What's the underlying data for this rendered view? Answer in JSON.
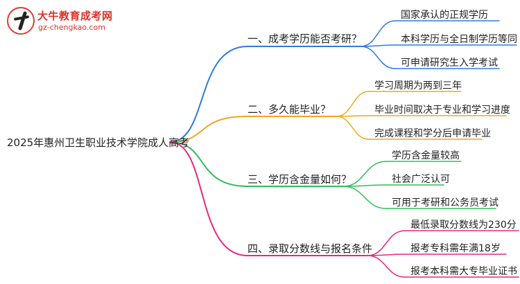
{
  "logo": {
    "title": "大牛教育成考网",
    "url": "gz-chengkao.com"
  },
  "root": "2025年惠州卫生职业技术学院成人高考",
  "branches": [
    {
      "label": "一、成考学历能否考研？",
      "color": "#2b7be0",
      "leaves": [
        "国家承认的正规学历",
        "本科学历与全日制学历等同",
        "可申请研究生入学考试"
      ]
    },
    {
      "label": "二、多久能毕业？",
      "color": "#f2a51a",
      "leaves": [
        "学习周期为两到三年",
        "毕业时间取决于专业和学习进度",
        "完成课程和学分后申请毕业"
      ]
    },
    {
      "label": "三、学历含金量如何？",
      "color": "#2ebd59",
      "leaves": [
        "学历含金量较高",
        "社会广泛认可",
        "可用于考研和公务员考试"
      ]
    },
    {
      "label": "四、录取分数线与报名条件",
      "color": "#e8277a",
      "leaves": [
        "最低录取分数线为230分",
        "报考专科需年满18岁",
        "报考本科需大专毕业证书"
      ]
    }
  ]
}
